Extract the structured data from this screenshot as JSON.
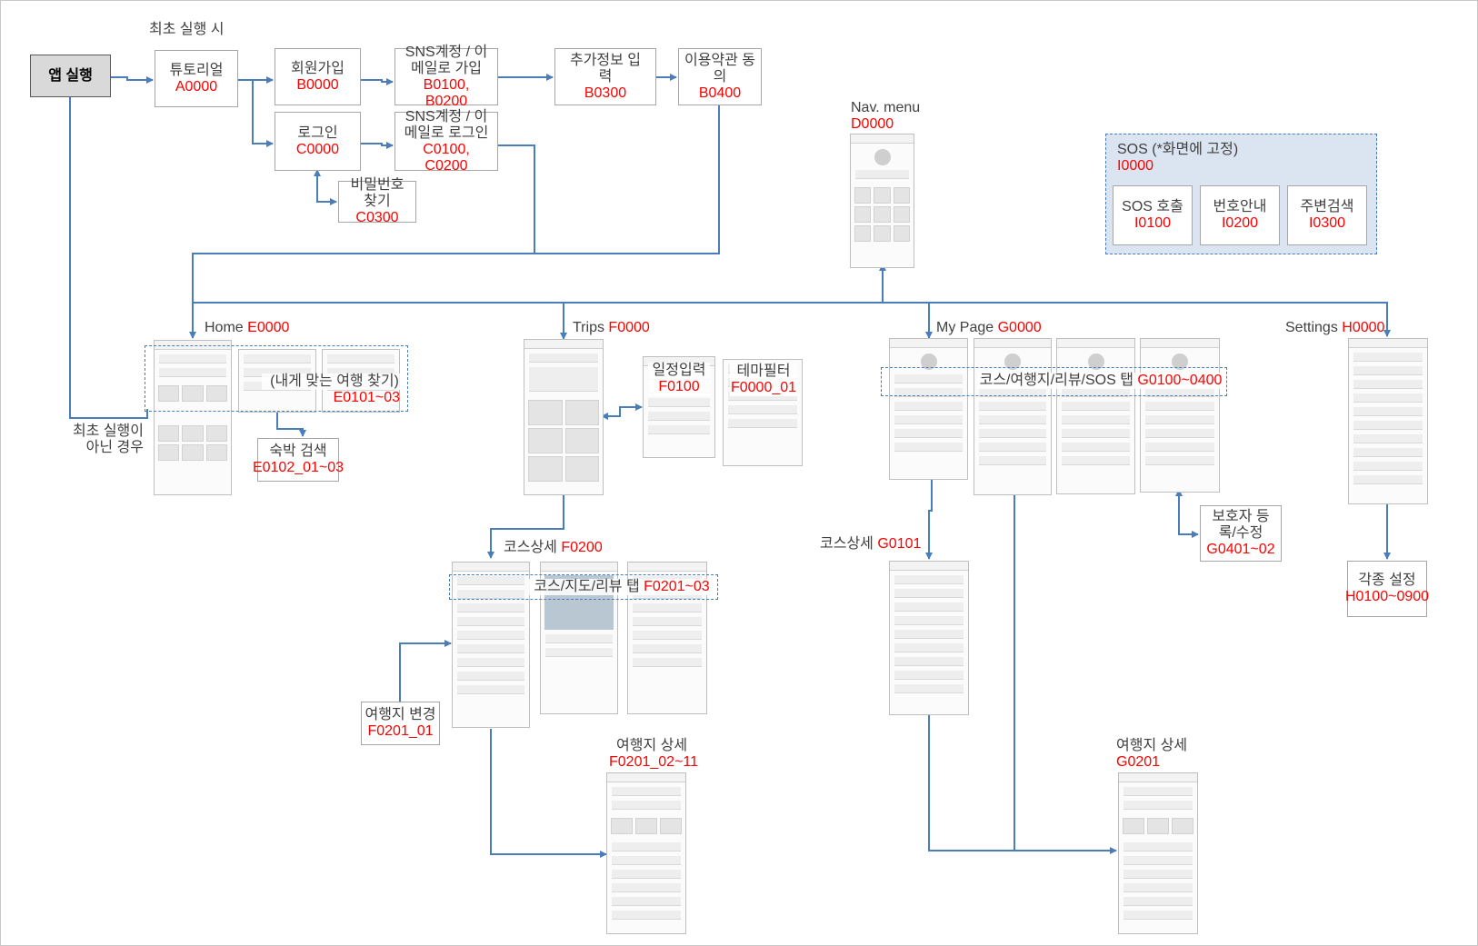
{
  "diagram": {
    "start": {
      "label": "앱 실행"
    },
    "first_run_label": "최초 실행 시",
    "not_first_run_label": "최초 실행이\n아닌 경우",
    "nodes": [
      {
        "id": "tutorial",
        "name": "튜토리얼",
        "code": "A0000"
      },
      {
        "id": "signup",
        "name": "회원가입",
        "code": "B0000"
      },
      {
        "id": "sns_signup",
        "name": "SNS계정 / 이메일로 가입",
        "code": "B0100, B0200"
      },
      {
        "id": "extra_info",
        "name": "추가정보 입력",
        "code": "B0300"
      },
      {
        "id": "terms",
        "name": "이용약관 동의",
        "code": "B0400"
      },
      {
        "id": "login",
        "name": "로그인",
        "code": "C0000"
      },
      {
        "id": "sns_login",
        "name": "SNS계정 / 이메일로 로그인",
        "code": "C0100, C0200"
      },
      {
        "id": "find_pw",
        "name": "비밀번호 찾기",
        "code": "C0300"
      },
      {
        "id": "hotel_search",
        "name": "숙박 검색",
        "code": "E0102_01~03"
      },
      {
        "id": "schedule_input",
        "name": "일정입력",
        "code": "F0100"
      },
      {
        "id": "theme_filter",
        "name": "테마필터",
        "code": "F0000_01"
      },
      {
        "id": "change_place",
        "name": "여행지 변경",
        "code": "F0201_01"
      },
      {
        "id": "guardian",
        "name": "보호자 등록/수정",
        "code": "G0401~02"
      },
      {
        "id": "settings_detail",
        "name": "각종 설정",
        "code": "H0100~0900"
      }
    ],
    "screen_labels": {
      "nav": {
        "name": "Nav. menu",
        "code": "D0000"
      },
      "home": {
        "name": "Home",
        "code": "E0000"
      },
      "trips": {
        "name": "Trips",
        "code": "F0000"
      },
      "mypage": {
        "name": "My Page",
        "code": "G0000"
      },
      "settings": {
        "name": "Settings",
        "code": "H0000"
      },
      "course_f": {
        "name": "코스상세",
        "code": "F0200"
      },
      "course_g": {
        "name": "코스상세",
        "code": "G0101"
      },
      "place_f": {
        "name": "여행지 상세",
        "code": "F0201_02~11"
      },
      "place_g": {
        "name": "여행지 상세",
        "code": "G0201"
      }
    },
    "overlays": {
      "find_trip": {
        "name": "(내게 맞는 여행 찾기)",
        "code": "E0101~03"
      },
      "mypage_tabs": {
        "name": "코스/여행지/리뷰/SOS 탭",
        "code": "G0100~0400"
      },
      "course_tabs": {
        "name": "코스/지도/리뷰 탭",
        "code": "F0201~03"
      }
    },
    "sos_group": {
      "title": "SOS (*화면에 고정)",
      "code": "I0000",
      "items": [
        {
          "name": "SOS 호출",
          "code": "I0100"
        },
        {
          "name": "번호안내",
          "code": "I0200"
        },
        {
          "name": "주변검색",
          "code": "I0300"
        }
      ]
    },
    "colors": {
      "connector": "#4a7ebb",
      "code_text": "#ff0000",
      "sos_fill": "#dbe5f1"
    }
  }
}
